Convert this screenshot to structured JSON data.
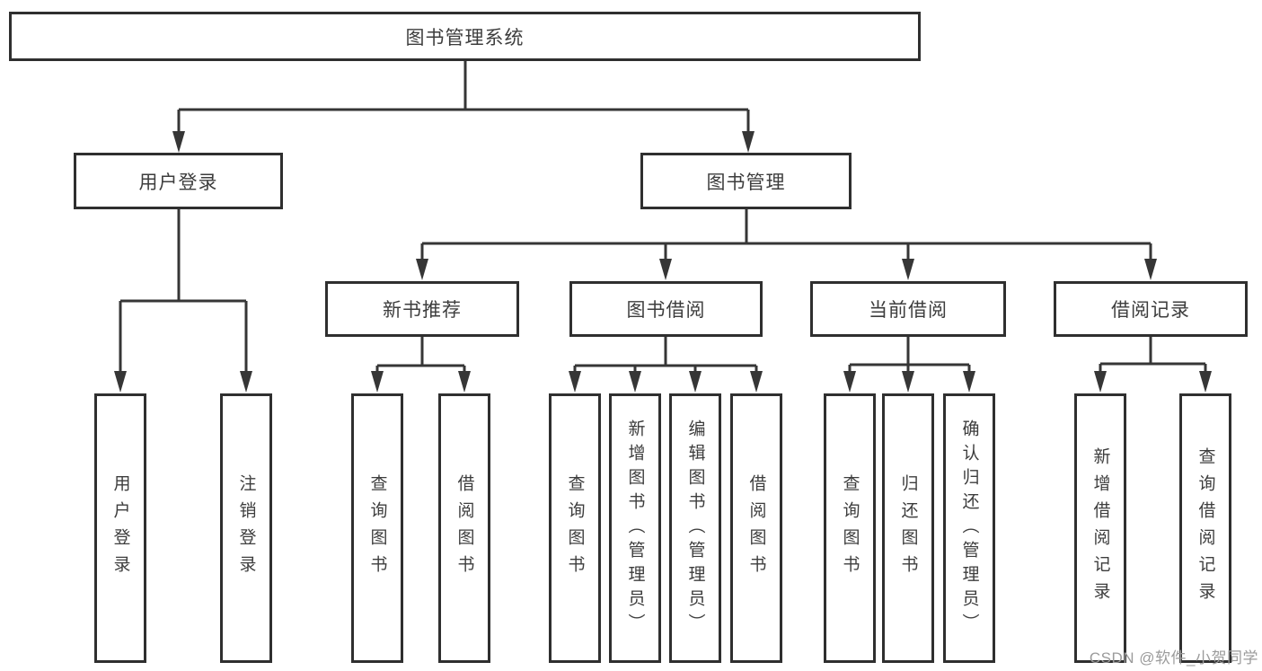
{
  "tree": {
    "root": "图书管理系统",
    "user_login": {
      "label": "用户登录",
      "children": {
        "login": "用户登录",
        "logout": "注销登录"
      }
    },
    "book_management": {
      "label": "图书管理",
      "new_book": {
        "label": "新书推荐",
        "children": {
          "query": "查询图书",
          "borrow": "借阅图书"
        }
      },
      "borrow": {
        "label": "图书借阅",
        "children": {
          "query": "查询图书",
          "add": "新增图书（管理员）",
          "edit": "编辑图书（管理员）",
          "borrow": "借阅图书"
        }
      },
      "current": {
        "label": "当前借阅",
        "children": {
          "query": "查询图书",
          "return": "归还图书",
          "confirm": "确认归还（管理员）"
        }
      },
      "records": {
        "label": "借阅记录",
        "children": {
          "add": "新增借阅记录",
          "query": "查询借阅记录"
        }
      }
    }
  },
  "watermark": "CSDN @软件_小贺同学",
  "colors": {
    "line": "#363636",
    "border": "#2f2f2f",
    "text": "#3d3d3d",
    "watermark": "#9b9b9b"
  }
}
